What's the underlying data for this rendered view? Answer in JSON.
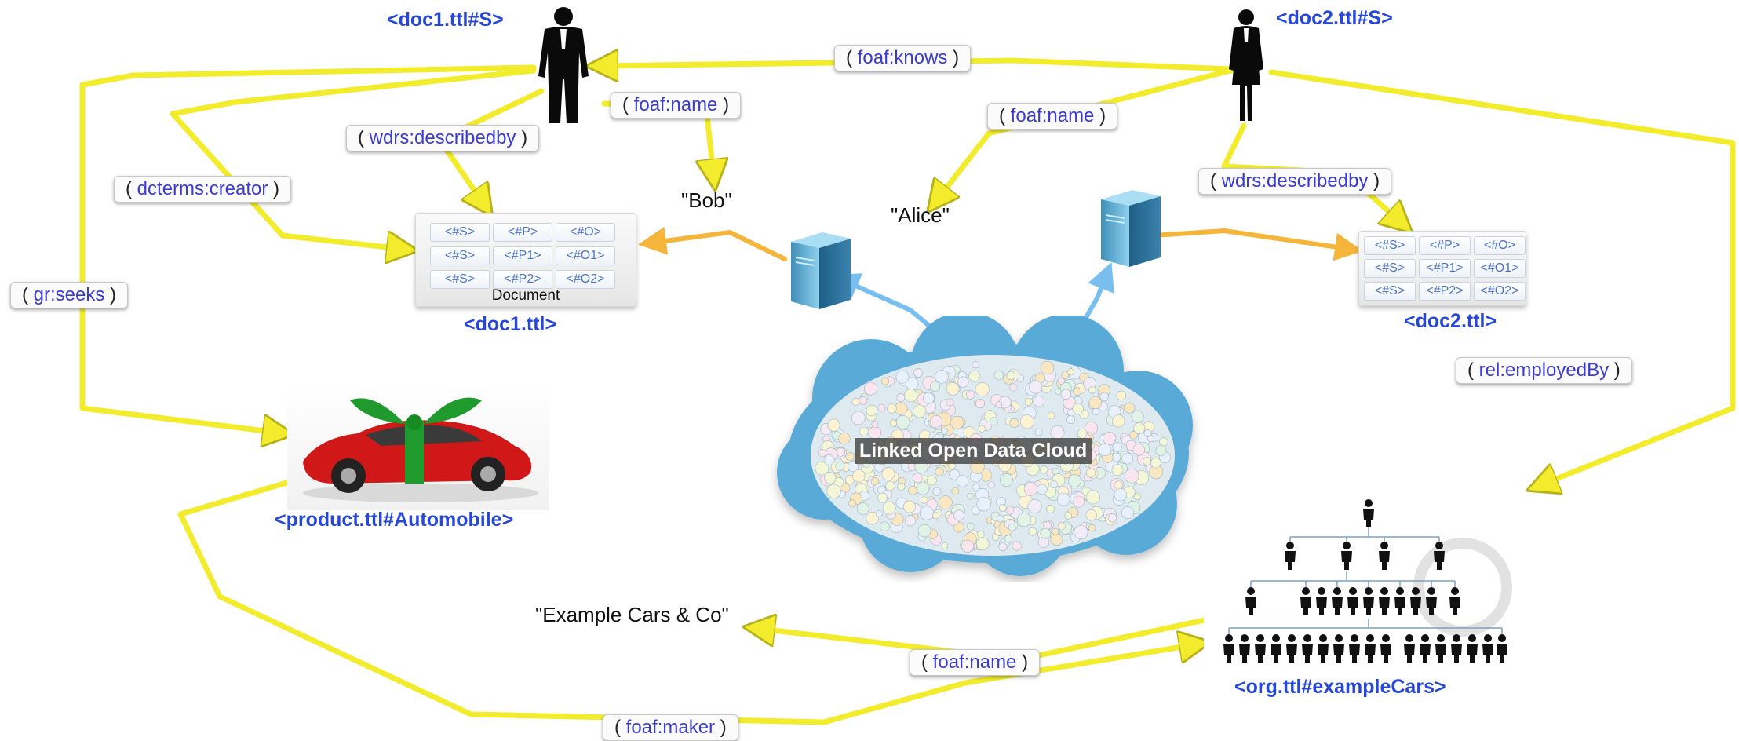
{
  "nodes": {
    "doc1_person": "<doc1.ttl#S>",
    "doc2_person": "<doc2.ttl#S>",
    "doc1": "<doc1.ttl>",
    "doc2": "<doc2.ttl>",
    "product": "<product.ttl#Automobile>",
    "org": "<org.ttl#exampleCars>"
  },
  "literals": {
    "bob": "\"Bob\"",
    "alice": "\"Alice\"",
    "org_name": "\"Example Cars & Co\""
  },
  "edges": {
    "foaf_knows": "foaf:knows",
    "bob_name": "foaf:name",
    "bob_describedby": "wdrs:describedby",
    "creator": "dcterms:creator",
    "seeks": "gr:seeks",
    "alice_name": "foaf:name",
    "alice_describedby": "wdrs:describedby",
    "employed_by": "rel:employedBy",
    "org_name": "foaf:name",
    "maker": "foaf:maker"
  },
  "doc1": {
    "caption": "Document",
    "cells": [
      "<#S>",
      "<#P>",
      "<#O>",
      "<#S>",
      "<#P1>",
      "<#O1>",
      "<#S>",
      "<#P2>",
      "<#O2>"
    ]
  },
  "doc2": {
    "cells": [
      "<#S>",
      "<#P>",
      "<#O>",
      "<#S>",
      "<#P1>",
      "<#O1>",
      "<#S>",
      "<#P2>",
      "<#O2>"
    ]
  },
  "cloud": {
    "title": "Linked Open Data Cloud"
  },
  "colors": {
    "edge": "#f2ec2c",
    "edge_orange": "#f5b53a",
    "edge_blue": "#78bff0",
    "label_blue": "#2747d8",
    "cloud": "#5aaad8"
  }
}
